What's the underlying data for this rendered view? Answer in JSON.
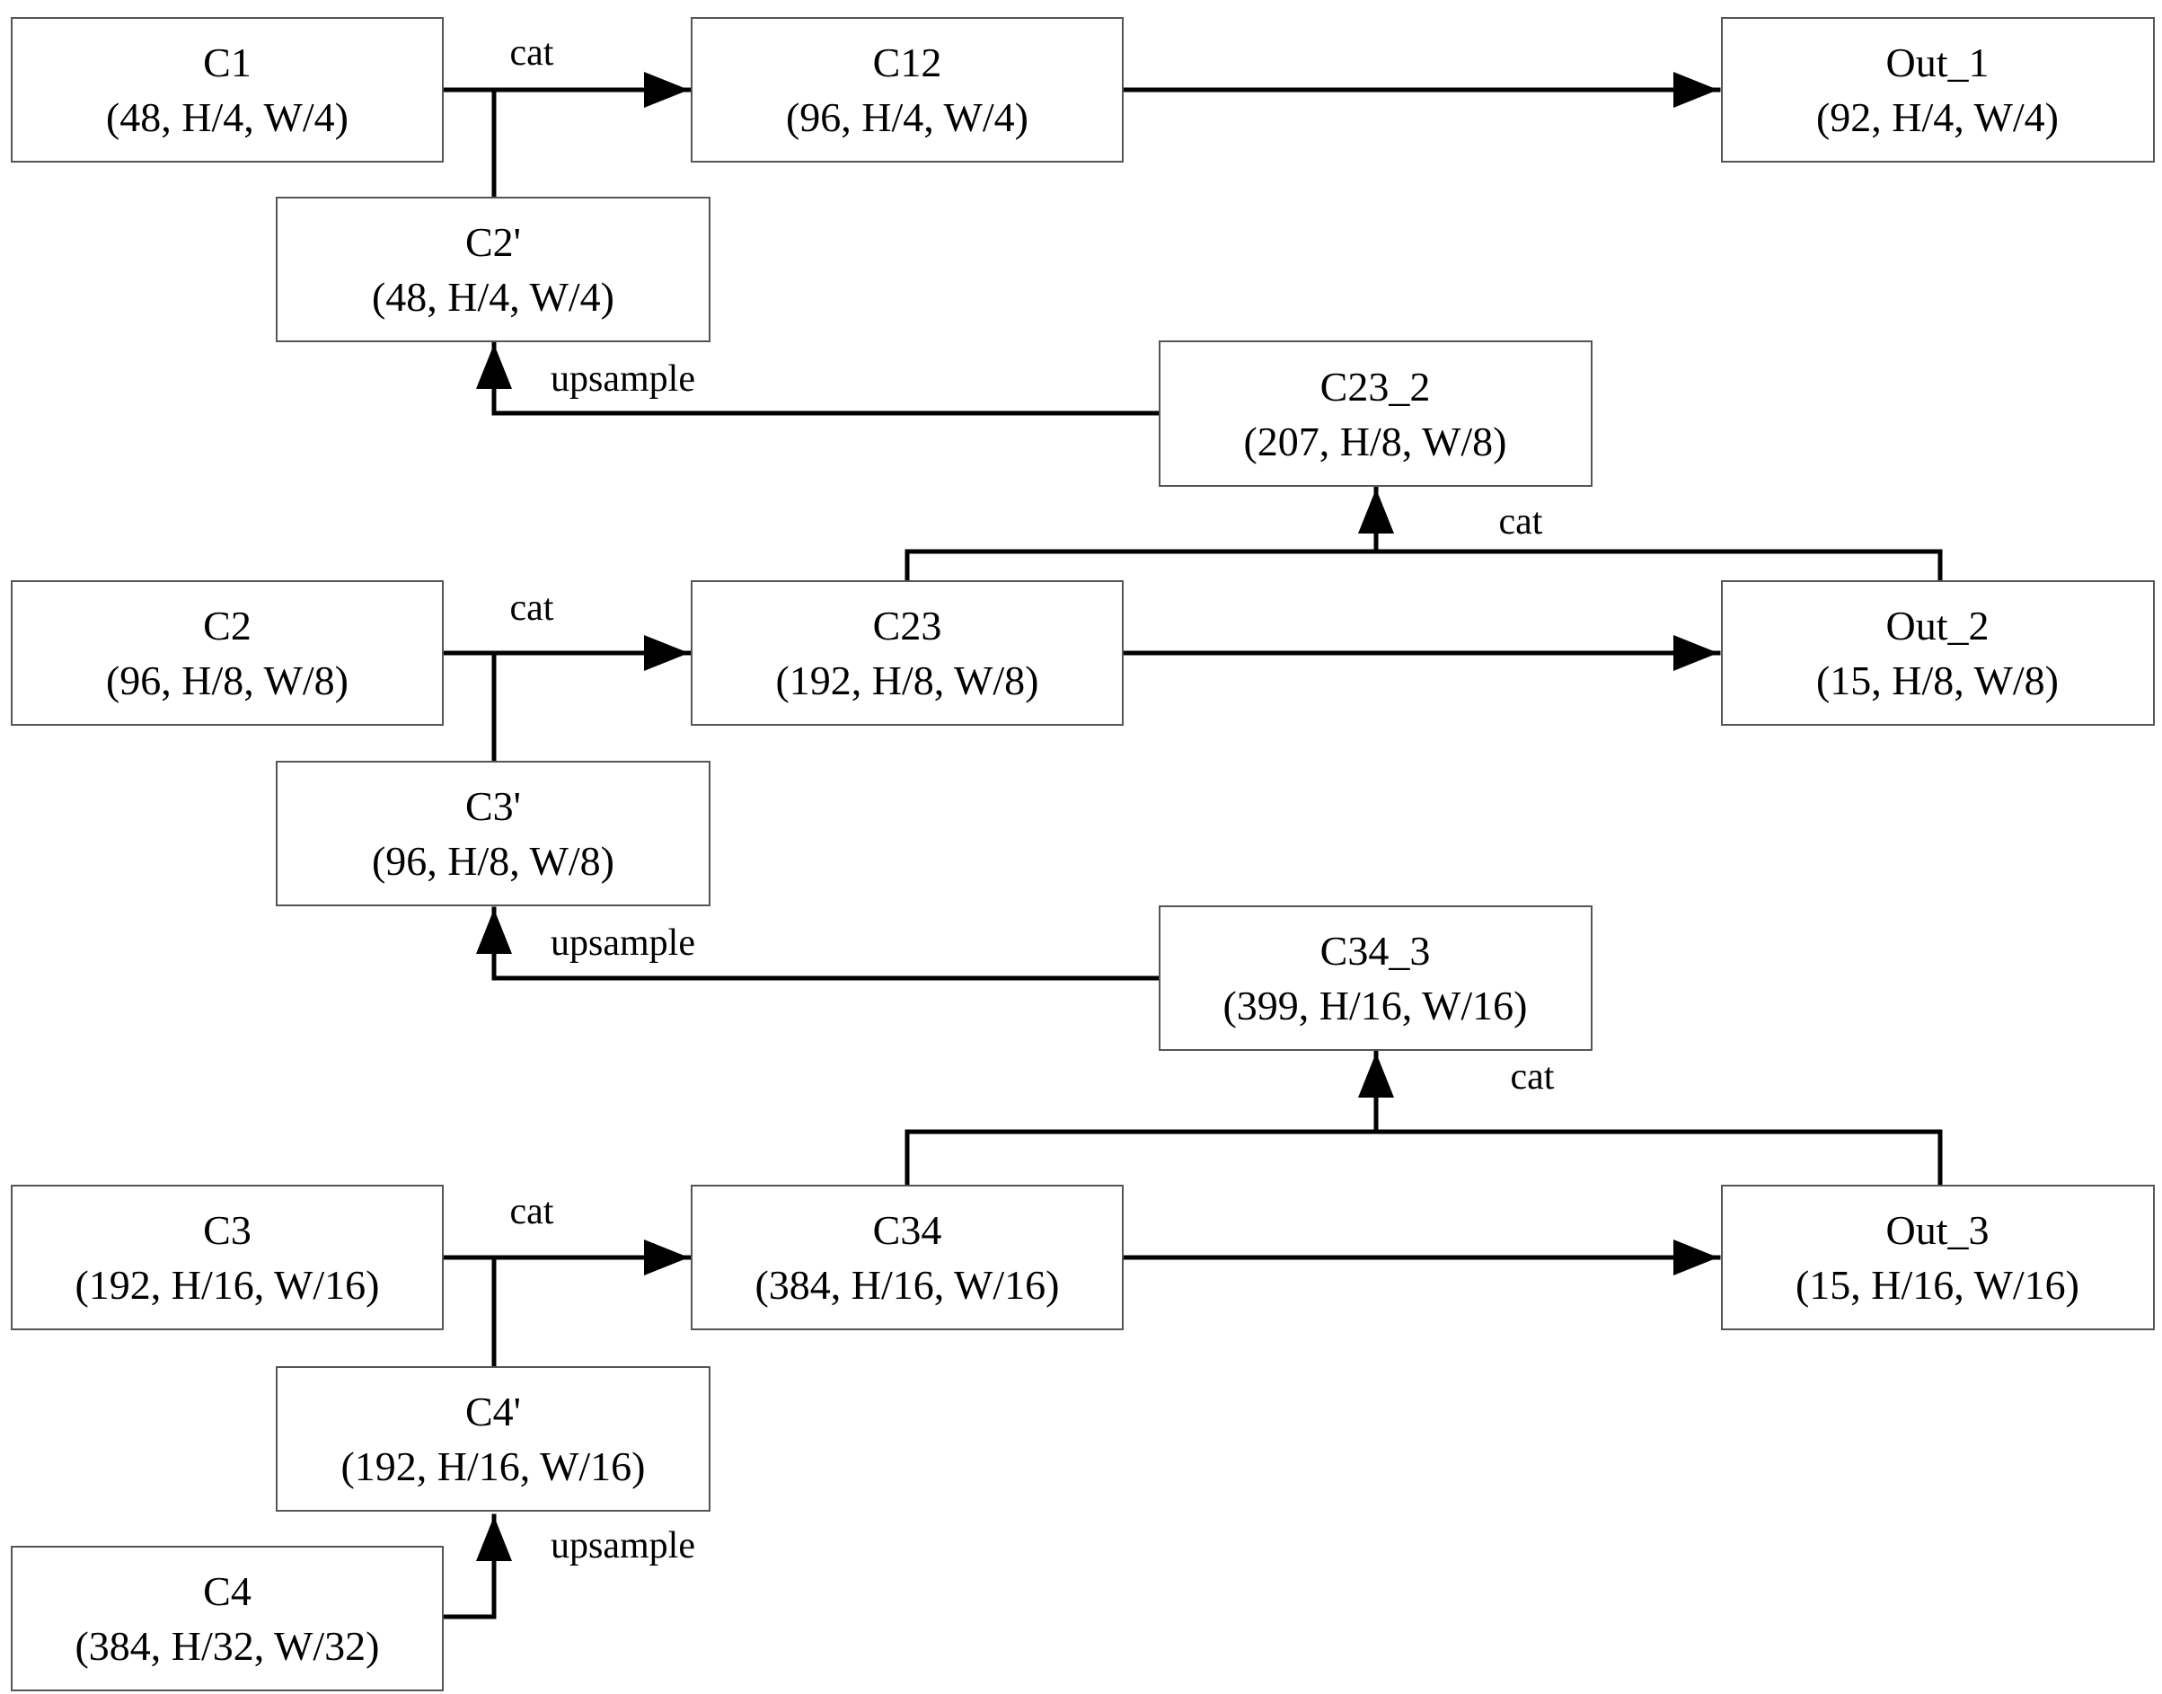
{
  "nodes": {
    "c1": {
      "title": "C1",
      "dims": "(48, H/4, W/4)"
    },
    "c12": {
      "title": "C12",
      "dims": "(96, H/4, W/4)"
    },
    "out1": {
      "title": "Out_1",
      "dims": "(92, H/4, W/4)"
    },
    "c2p": {
      "title": "C2'",
      "dims": "(48, H/4, W/4)"
    },
    "c23_2": {
      "title": "C23_2",
      "dims": "(207, H/8, W/8)"
    },
    "c2": {
      "title": "C2",
      "dims": "(96, H/8, W/8)"
    },
    "c23": {
      "title": "C23",
      "dims": "(192, H/8, W/8)"
    },
    "out2": {
      "title": "Out_2",
      "dims": "(15, H/8, W/8)"
    },
    "c3p": {
      "title": "C3'",
      "dims": "(96, H/8, W/8)"
    },
    "c34_3": {
      "title": "C34_3",
      "dims": "(399, H/16, W/16)"
    },
    "c3": {
      "title": "C3",
      "dims": "(192, H/16, W/16)"
    },
    "c34": {
      "title": "C34",
      "dims": "(384, H/16, W/16)"
    },
    "out3": {
      "title": "Out_3",
      "dims": "(15, H/16, W/16)"
    },
    "c4p": {
      "title": "C4'",
      "dims": "(192, H/16, W/16)"
    },
    "c4": {
      "title": "C4",
      "dims": "(384, H/32, W/32)"
    }
  },
  "labels": {
    "cat_1": "cat",
    "upsample_1": "upsample",
    "cat_2": "cat",
    "cat_23": "cat",
    "upsample_2": "upsample",
    "cat_3": "cat",
    "cat_34": "cat",
    "upsample_3": "upsample"
  }
}
